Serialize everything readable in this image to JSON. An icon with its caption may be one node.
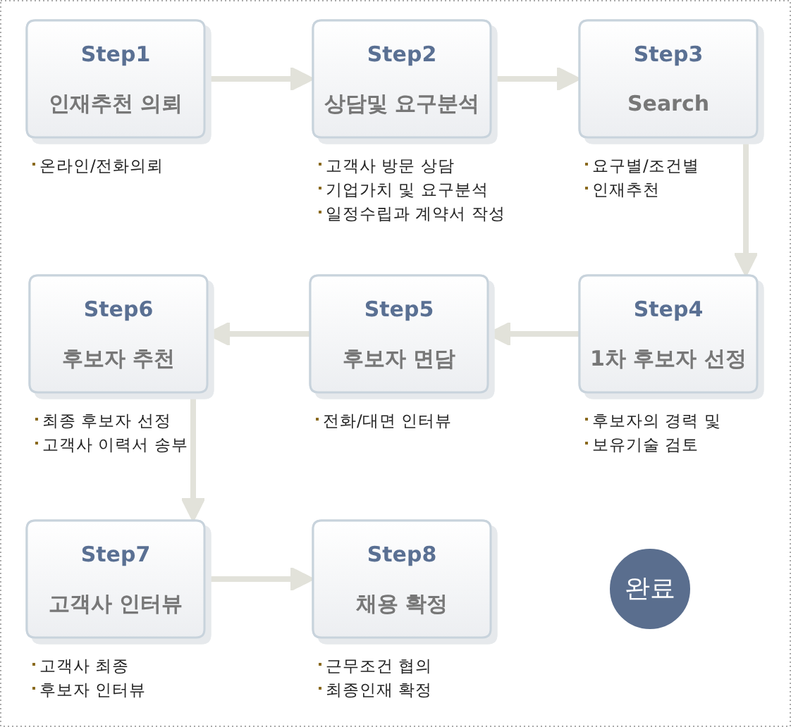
{
  "diagram": {
    "nodes": [
      {
        "text": [
          "Step1",
          "인재추천 의뢰"
        ],
        "beside": [
          "온라인/전화의뢰"
        ]
      },
      {
        "text": [
          "Step2",
          "상담및 요구분석"
        ],
        "beside": [
          "고객사 방문 상담",
          "기업가치 및 요구분석",
          "일정수립과 계약서 작성"
        ]
      },
      {
        "text": [
          "Step3",
          "Search"
        ],
        "beside": [
          "요구별/조건별",
          "인재추천"
        ]
      },
      {
        "text": [
          "Step4",
          "1차 후보자 선정"
        ],
        "beside": [
          "후보자의 경력 및",
          "보유기술 검토"
        ]
      },
      {
        "text": [
          "Step5",
          "후보자 면담"
        ],
        "beside": [
          "전화/대면 인터뷰"
        ]
      },
      {
        "text": [
          "Step6",
          "후보자 추천"
        ],
        "beside": [
          "최종 후보자 선정",
          "고객사 이력서 송부"
        ]
      },
      {
        "text": [
          "Step7",
          "고객사 인터뷰"
        ],
        "beside": [
          "고객사 최종",
          "후보자 인터뷰"
        ]
      },
      {
        "text": [
          "Step8",
          "채용 확정"
        ],
        "beside": [
          "근무조건 협의",
          "최종인재 확정"
        ]
      },
      {
        "text": [
          "완료"
        ]
      }
    ],
    "edges": [
      {
        "from": 0,
        "to": 1,
        "arrow": "to"
      },
      {
        "from": 1,
        "to": 2,
        "arrow": "to"
      },
      {
        "from": 2,
        "to": 3,
        "arrow": "to"
      },
      {
        "from": 3,
        "to": 4,
        "arrow": "to"
      },
      {
        "from": 4,
        "to": 5,
        "arrow": "to"
      },
      {
        "from": 5,
        "to": 6,
        "arrow": "to"
      },
      {
        "from": 6,
        "to": 7,
        "arrow": "to"
      }
    ]
  }
}
